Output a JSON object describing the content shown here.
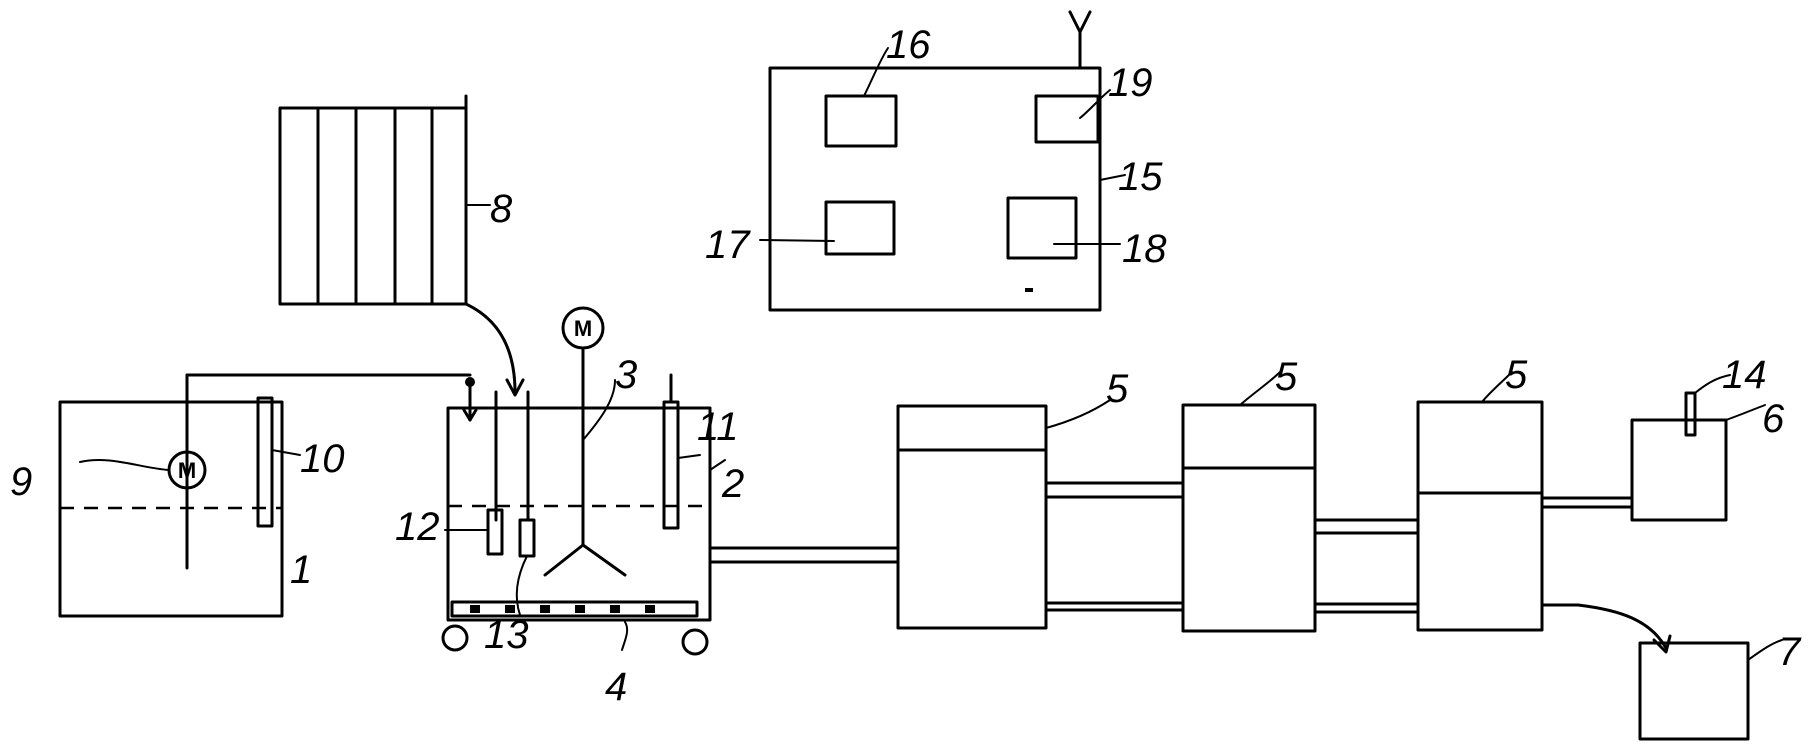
{
  "labels": {
    "tank_1": "1",
    "tank_2": "2",
    "stirrer_3": "3",
    "heater_4": "4",
    "settling_5a": "5",
    "settling_5b": "5",
    "settling_5c": "5",
    "tank_6": "6",
    "tank_7": "7",
    "panel_8": "8",
    "motor_9": "9",
    "gauge_10": "10",
    "gauge_11": "11",
    "sensor_12": "12",
    "sensor_13": "13",
    "sensor_14": "14",
    "controller_15": "15",
    "module_16": "16",
    "module_17": "17",
    "module_18": "18",
    "module_19": "19",
    "antenna": "Y"
  },
  "motor_symbol": "M"
}
